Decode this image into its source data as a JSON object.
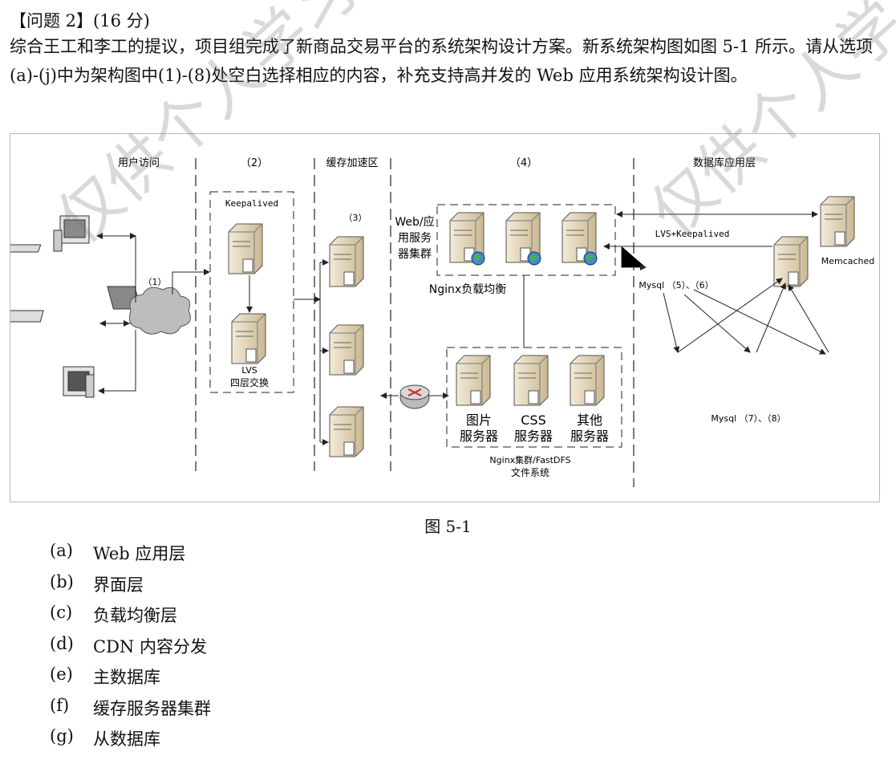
{
  "question": {
    "heading": "【问题 2】(16 分)",
    "paragraph": "综合王工和李工的提议，项目组完成了新商品交易平台的系统架构设计方案。新系统架构图如图 5-1 所示。请从选项(a)-(j)中为架构图中(1)-(8)处空白选择相应的内容，补充支持高并发的 Web 应用系统架构设计图。"
  },
  "figure": {
    "caption": "图 5-1",
    "sections": {
      "user_access": "用户访问",
      "blank2": "（2）",
      "cache_zone": "缓存加速区",
      "blank4": "（4）",
      "db_layer": "数据库应用层"
    },
    "labels": {
      "keepalived": "Keepalived",
      "lvs": "LVS",
      "lvs_sub": "四层交换",
      "blank1": "（1）",
      "blank3": "（3）",
      "web_cluster": "Web/应用服务器集群",
      "nginx_lb": "Nginx负载均衡",
      "lvs_keepalived": "LVS+Keepalived",
      "memcached": "Memcached",
      "mysql56": "Mysql （5）、（6）",
      "mysql78": "Mysql （7）、（8）",
      "img_server": "图片\n服务器",
      "css_server": "CSS\n服务器",
      "other_server": "其他\n服务器",
      "fastdfs_line1": "Nginx集群/FastDFS",
      "fastdfs_line2": "文件系统"
    }
  },
  "options": [
    {
      "label": "(a)",
      "text": "Web 应用层"
    },
    {
      "label": "(b)",
      "text": "界面层"
    },
    {
      "label": "(c)",
      "text": "负载均衡层"
    },
    {
      "label": "(d)",
      "text": "CDN 内容分发"
    },
    {
      "label": "(e)",
      "text": "主数据库"
    },
    {
      "label": "(f)",
      "text": "缓存服务器集群"
    },
    {
      "label": "(g)",
      "text": "从数据库"
    }
  ],
  "watermark": "仅供个人学习"
}
